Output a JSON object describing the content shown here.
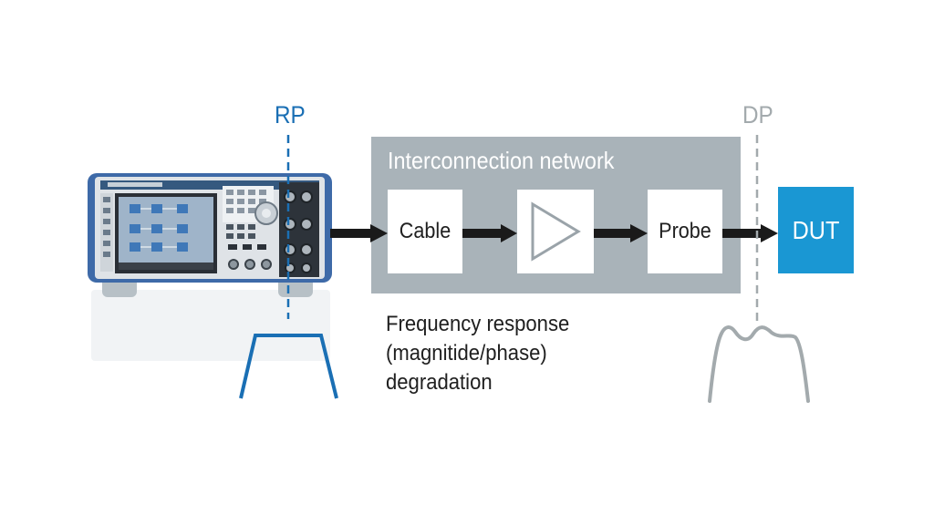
{
  "reference_plane": {
    "label": "RP",
    "color": "#1a6fb4"
  },
  "device_plane": {
    "label": "DP",
    "color": "#a3aaad"
  },
  "network": {
    "title": "Interconnection network",
    "blocks": [
      {
        "label": "Cable"
      },
      {
        "label": "",
        "icon": "amplifier-icon"
      },
      {
        "label": "Probe"
      }
    ]
  },
  "dut": {
    "label": "DUT",
    "color": "#1a97d3"
  },
  "annotation": {
    "lines": [
      "Frequency response",
      "(magnitide/phase)",
      "degradation"
    ]
  },
  "instrument": {
    "icon": "signal-generator-icon"
  },
  "waveforms": {
    "reference": {
      "icon": "flat-passband-icon"
    },
    "degraded": {
      "icon": "rippled-passband-icon"
    }
  }
}
